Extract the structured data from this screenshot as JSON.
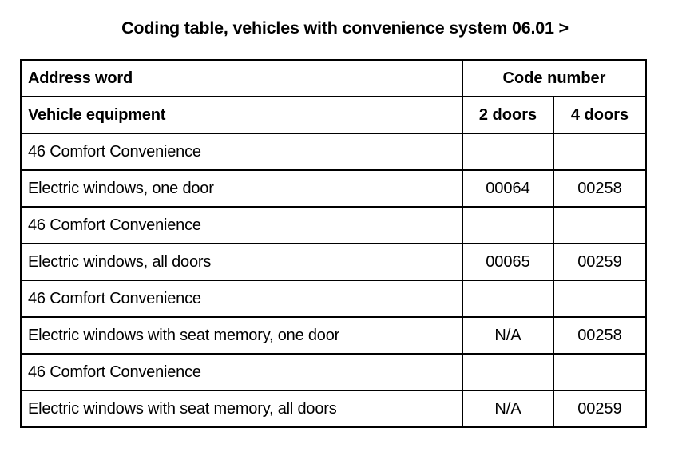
{
  "title": "Coding table, vehicles with convenience system 06.01 >",
  "table": {
    "header_row_1": {
      "address_word": "Address word",
      "code_number": "Code number"
    },
    "header_row_2": {
      "vehicle_equipment": "Vehicle equipment",
      "two_doors": "2 doors",
      "four_doors": "4 doors"
    },
    "rows": [
      {
        "description": "46 Comfort Convenience",
        "two_doors": "",
        "four_doors": ""
      },
      {
        "description": "Electric windows, one door",
        "two_doors": "00064",
        "four_doors": "00258"
      },
      {
        "description": "46 Comfort Convenience",
        "two_doors": "",
        "four_doors": ""
      },
      {
        "description": "Electric windows, all doors",
        "two_doors": "00065",
        "four_doors": "00259"
      },
      {
        "description": "46 Comfort Convenience",
        "two_doors": "",
        "four_doors": ""
      },
      {
        "description": "Electric windows with seat memory, one door",
        "two_doors": "N/A",
        "four_doors": "00258"
      },
      {
        "description": "46 Comfort Convenience",
        "two_doors": "",
        "four_doors": ""
      },
      {
        "description": "Electric windows with seat memory, all doors",
        "two_doors": "N/A",
        "four_doors": "00259"
      }
    ]
  },
  "colors": {
    "text": "#000000",
    "background": "#ffffff",
    "border": "#000000"
  }
}
